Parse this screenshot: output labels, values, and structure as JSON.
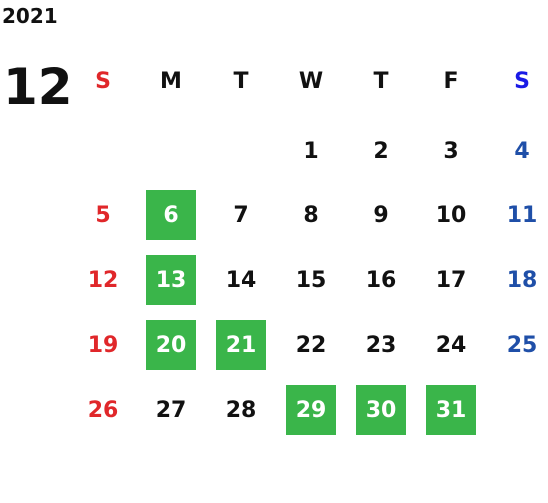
{
  "calendar": {
    "year": "2021",
    "month": "12",
    "weekdays": [
      "S",
      "M",
      "T",
      "W",
      "T",
      "F",
      "S"
    ],
    "weeks": [
      [
        "",
        "",
        "",
        "1",
        "2",
        "3",
        "4"
      ],
      [
        "5",
        "6",
        "7",
        "8",
        "9",
        "10",
        "11"
      ],
      [
        "12",
        "13",
        "14",
        "15",
        "16",
        "17",
        "18"
      ],
      [
        "19",
        "20",
        "21",
        "22",
        "23",
        "24",
        "25"
      ],
      [
        "26",
        "27",
        "28",
        "29",
        "30",
        "31",
        ""
      ]
    ],
    "highlighted_days": [
      "6",
      "13",
      "20",
      "21",
      "29",
      "30",
      "31"
    ],
    "colors": {
      "sunday": "#e0272a",
      "saturday": "#1f4fa8",
      "saturday_header": "#1a1ae6",
      "highlight": "#3ab54a",
      "text": "#111111"
    }
  }
}
